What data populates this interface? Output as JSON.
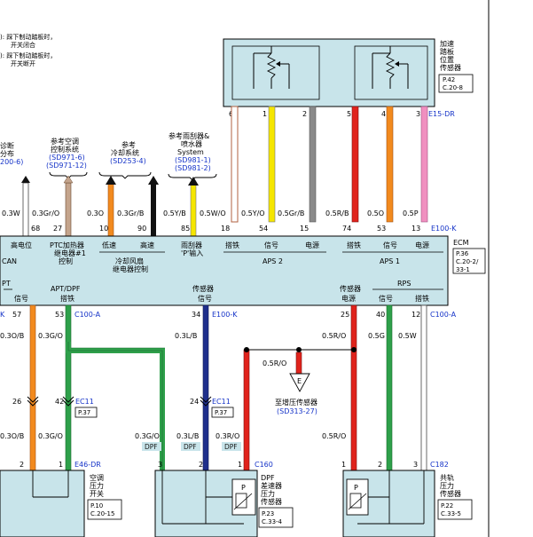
{
  "legend": {
    "line1": "): 踩下制动踏板时，",
    "line2": "开关闭合",
    "line3": "): 踩下制动踏板时，",
    "line4": "开关断开"
  },
  "sensor_top": {
    "name_lines": [
      "加速",
      "踏板",
      "位置",
      "传感器"
    ],
    "ref_lines": [
      "P.42",
      "C.20-8"
    ],
    "connector": "E15-DR",
    "pins": [
      "6",
      "1",
      "2",
      "5",
      "4",
      "3"
    ]
  },
  "refs": {
    "diag": {
      "lines": [
        "诊断",
        "分布",
        "200-6)"
      ]
    },
    "ac": {
      "lines": [
        "参考空调",
        "控制系统"
      ],
      "codes": [
        "(SD971-6)",
        "(SD971-12)"
      ]
    },
    "cool": {
      "lines": [
        "参考",
        "冷却系统"
      ],
      "codes": [
        "(SD253-4)"
      ]
    },
    "rain": {
      "lines": [
        "参考雨刮器&",
        "喷水器",
        "System"
      ],
      "codes": [
        "(SD981-1)",
        "(SD981-2)"
      ]
    }
  },
  "wires_top": [
    "0.3W",
    "0.3Gr/O",
    "0.3O",
    "0.3Gr/B",
    "0.5Y/B",
    "0.5W/O",
    "0.5Y/O",
    "0.5Gr/B",
    "0.5R/B",
    "0.5O",
    "0.5P"
  ],
  "ecm_pins_top": [
    "68",
    "27",
    "10",
    "90",
    "85",
    "18",
    "54",
    "15",
    "74",
    "53",
    "13"
  ],
  "ecm_conn_top": "E100-K",
  "ecm": {
    "name": "ECM",
    "ref_lines": [
      "P.36",
      "C.20-2/",
      "33-1"
    ],
    "row1": [
      "高电位",
      "PTC加热器",
      "低速",
      "高速",
      "雨刮器",
      "搭铁",
      "信号",
      "电源",
      "搭铁",
      "信号",
      "电源"
    ],
    "row2": [
      "CAN",
      "继电器#1",
      "冷却风扇",
      "'P'输入",
      "APS 2",
      "APS 1"
    ],
    "row2b": [
      "控制",
      "继电器控制"
    ],
    "bottom_groups": [
      "PT",
      "APT/DPF",
      "传感器",
      "传感器",
      "RPS"
    ],
    "bottom_labels": [
      "信号",
      "搭铁",
      "信号",
      "电源",
      "信号",
      "搭铁"
    ]
  },
  "ecm_pins_bottom": [
    "57",
    "53",
    "34",
    "25",
    "40",
    "12"
  ],
  "ecm_conn_bottom": [
    "K",
    "C100-A",
    "E100-K",
    "C100-A"
  ],
  "wires_mid": [
    "0.3O/B",
    "0.3G/O",
    "0.3L/B",
    "0.5R/O",
    "0.5G",
    "0.5W"
  ],
  "ec11": {
    "conn": "EC11",
    "ref": "P.37",
    "pins": [
      "26",
      "42",
      "24"
    ]
  },
  "wires_low": [
    "0.3O/B",
    "0.3G/O",
    "0.3G/O",
    "0.3L/B",
    "0.3R/O",
    "0.5R/O"
  ],
  "dpf_tag": "DPF",
  "splice_label": "0.5R/O",
  "boost": {
    "letter": "E",
    "label": "至增压传感器",
    "code": "(SD313-27)"
  },
  "bottom_pins": [
    "2",
    "1",
    "3",
    "2",
    "1",
    "1",
    "2",
    "3"
  ],
  "bottom_conns": [
    "E46-DR",
    "C160",
    "C182"
  ],
  "comp_ac": {
    "lines": [
      "空调",
      "压力",
      "开关"
    ],
    "ref": [
      "P.10",
      "C.20-15"
    ]
  },
  "comp_dpf": {
    "lines": [
      "DPF",
      "差速器",
      "压力",
      "传感器"
    ],
    "ref": [
      "P.23",
      "C.33-4"
    ],
    "symbol": "P"
  },
  "comp_rail": {
    "lines": [
      "共轨",
      "压力",
      "传感器"
    ],
    "ref": [
      "P.22",
      "C.33-5"
    ],
    "symbol": "P"
  },
  "colors": {
    "panel": "#c8e4ea",
    "white": "#ffffff",
    "tan": "#c4a48c",
    "orange": "#f28a1e",
    "black": "#111111",
    "yellow": "#f5e600",
    "gray": "#8a8a8a",
    "red": "#e0231c",
    "darkred": "#b0101a",
    "pink": "#f090c0",
    "green": "#2ea04a",
    "navy": "#1e2f8c",
    "connector_blue": "#1533c8"
  }
}
